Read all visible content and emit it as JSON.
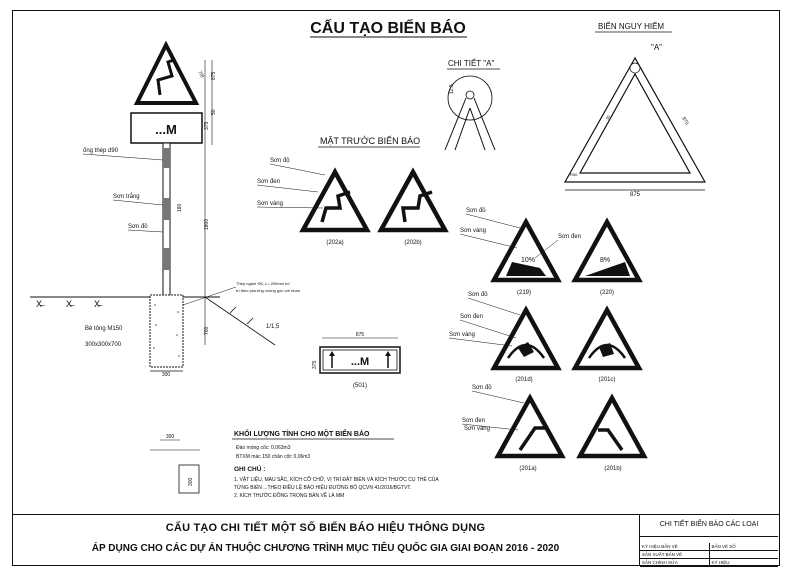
{
  "header": {
    "title": "CẤU TẠO BIỂN BÁO"
  },
  "pole": {
    "sign_text": "...M",
    "labels": {
      "pipe": "ống thép d90",
      "white": "Sơn trắng",
      "red": "Sơn đỏ",
      "concrete": "Bê tông M150",
      "concrete_size": "300x300x700",
      "anchor_line1": "Thép ngàm  Φ6, L= 200mm bố",
      "anchor_line2": "trí theo phương vuông góc với nhau",
      "slope": "1/1,5"
    },
    "dims": {
      "tri": "875",
      "tri_side": "7/8",
      "plate_h": "375",
      "gap": "50",
      "stripe": "180",
      "shaft": "1800",
      "foot": "700",
      "base_w": "300",
      "ground_mark": "X̶"
    }
  },
  "front_view": {
    "title": "MẶT TRƯỚC BIỂN BÁO",
    "labels": {
      "red": "Sơn đỏ",
      "black": "Sơn đen",
      "yellow": "Sơn vàng"
    },
    "signs": [
      "(202a)",
      "(202b)"
    ]
  },
  "detail_a": {
    "title": "CHI TIẾT \"A\"",
    "dim": "12.5"
  },
  "danger_sign": {
    "title": "BIỂN NGUY HIỂM",
    "label_a": "\"A\"",
    "dim": "875",
    "side": "875",
    "inner": "50",
    "corner": "R50"
  },
  "signs_right": [
    {
      "code": "(219)",
      "text": "10%",
      "labels": [
        "Sơn đỏ",
        "Sơn vàng",
        "Sơn đen"
      ]
    },
    {
      "code": "(220)",
      "text": "8%"
    },
    {
      "code": "(201d)",
      "labels": [
        "Sơn đỏ",
        "Sơn đen",
        "Sơn vàng"
      ]
    },
    {
      "code": "(201c)"
    },
    {
      "code": "(201a)",
      "labels": [
        "Sơn đỏ",
        "Sơn đen",
        "Sơn vàng"
      ]
    },
    {
      "code": "(201b)"
    }
  ],
  "plate_501": {
    "code": "(501)",
    "text": "...M",
    "w": "875",
    "h": "375"
  },
  "quantity": {
    "title": "KHỐI LƯỢNG TÍNH CHO MỘT BIỂN BÁO",
    "line1": "Đào móng cốc: 0,063m3",
    "line2": "BTXM mác 150 chân cột: 0,06m3"
  },
  "notes": {
    "title": "GHI CHÚ :",
    "lines": [
      "1. VẬT LIỆU, MÀU SẮC, KÍCH CỠ CHỮ, VỊ TRÍ ĐẶT BIỂN VÀ KÍCH THƯỚC CỤ THỂ CỦA",
      "TỪNG BIỂN ...THEO ĐIỀU LỆ BÁO HIỆU ĐƯỜNG BỘ QCVN 41/2016/BGTVT.",
      "2. KÍCH THƯỚC ĐỒNG TRONG BẢN VẼ LÀ MM"
    ]
  },
  "small_detail": {
    "dim_top": "300",
    "dim_side": "300"
  },
  "title_block": {
    "line1": "CẤU TẠO CHI TIẾT MỘT SỐ BIỂN BÁO HIỆU THÔNG DỤNG",
    "line2": "ÁP DỤNG CHO CÁC DỰ ÁN THUỘC CHƯƠNG TRÌNH MỤC TIÊU QUỐC GIA GIAI ĐOẠN 2016 - 2020",
    "side_title": "CHI TIẾT BIỂN BÁO CÁC LOẠI",
    "rows": [
      [
        "KÝ HIỆU BẢN VẼ",
        "BẢN VẼ SỐ"
      ],
      [
        "SẢN XUẤT BẢN VẼ",
        ""
      ],
      [
        "SẢN CHÍNH SỬA",
        "KÝ HIỆU"
      ]
    ]
  }
}
